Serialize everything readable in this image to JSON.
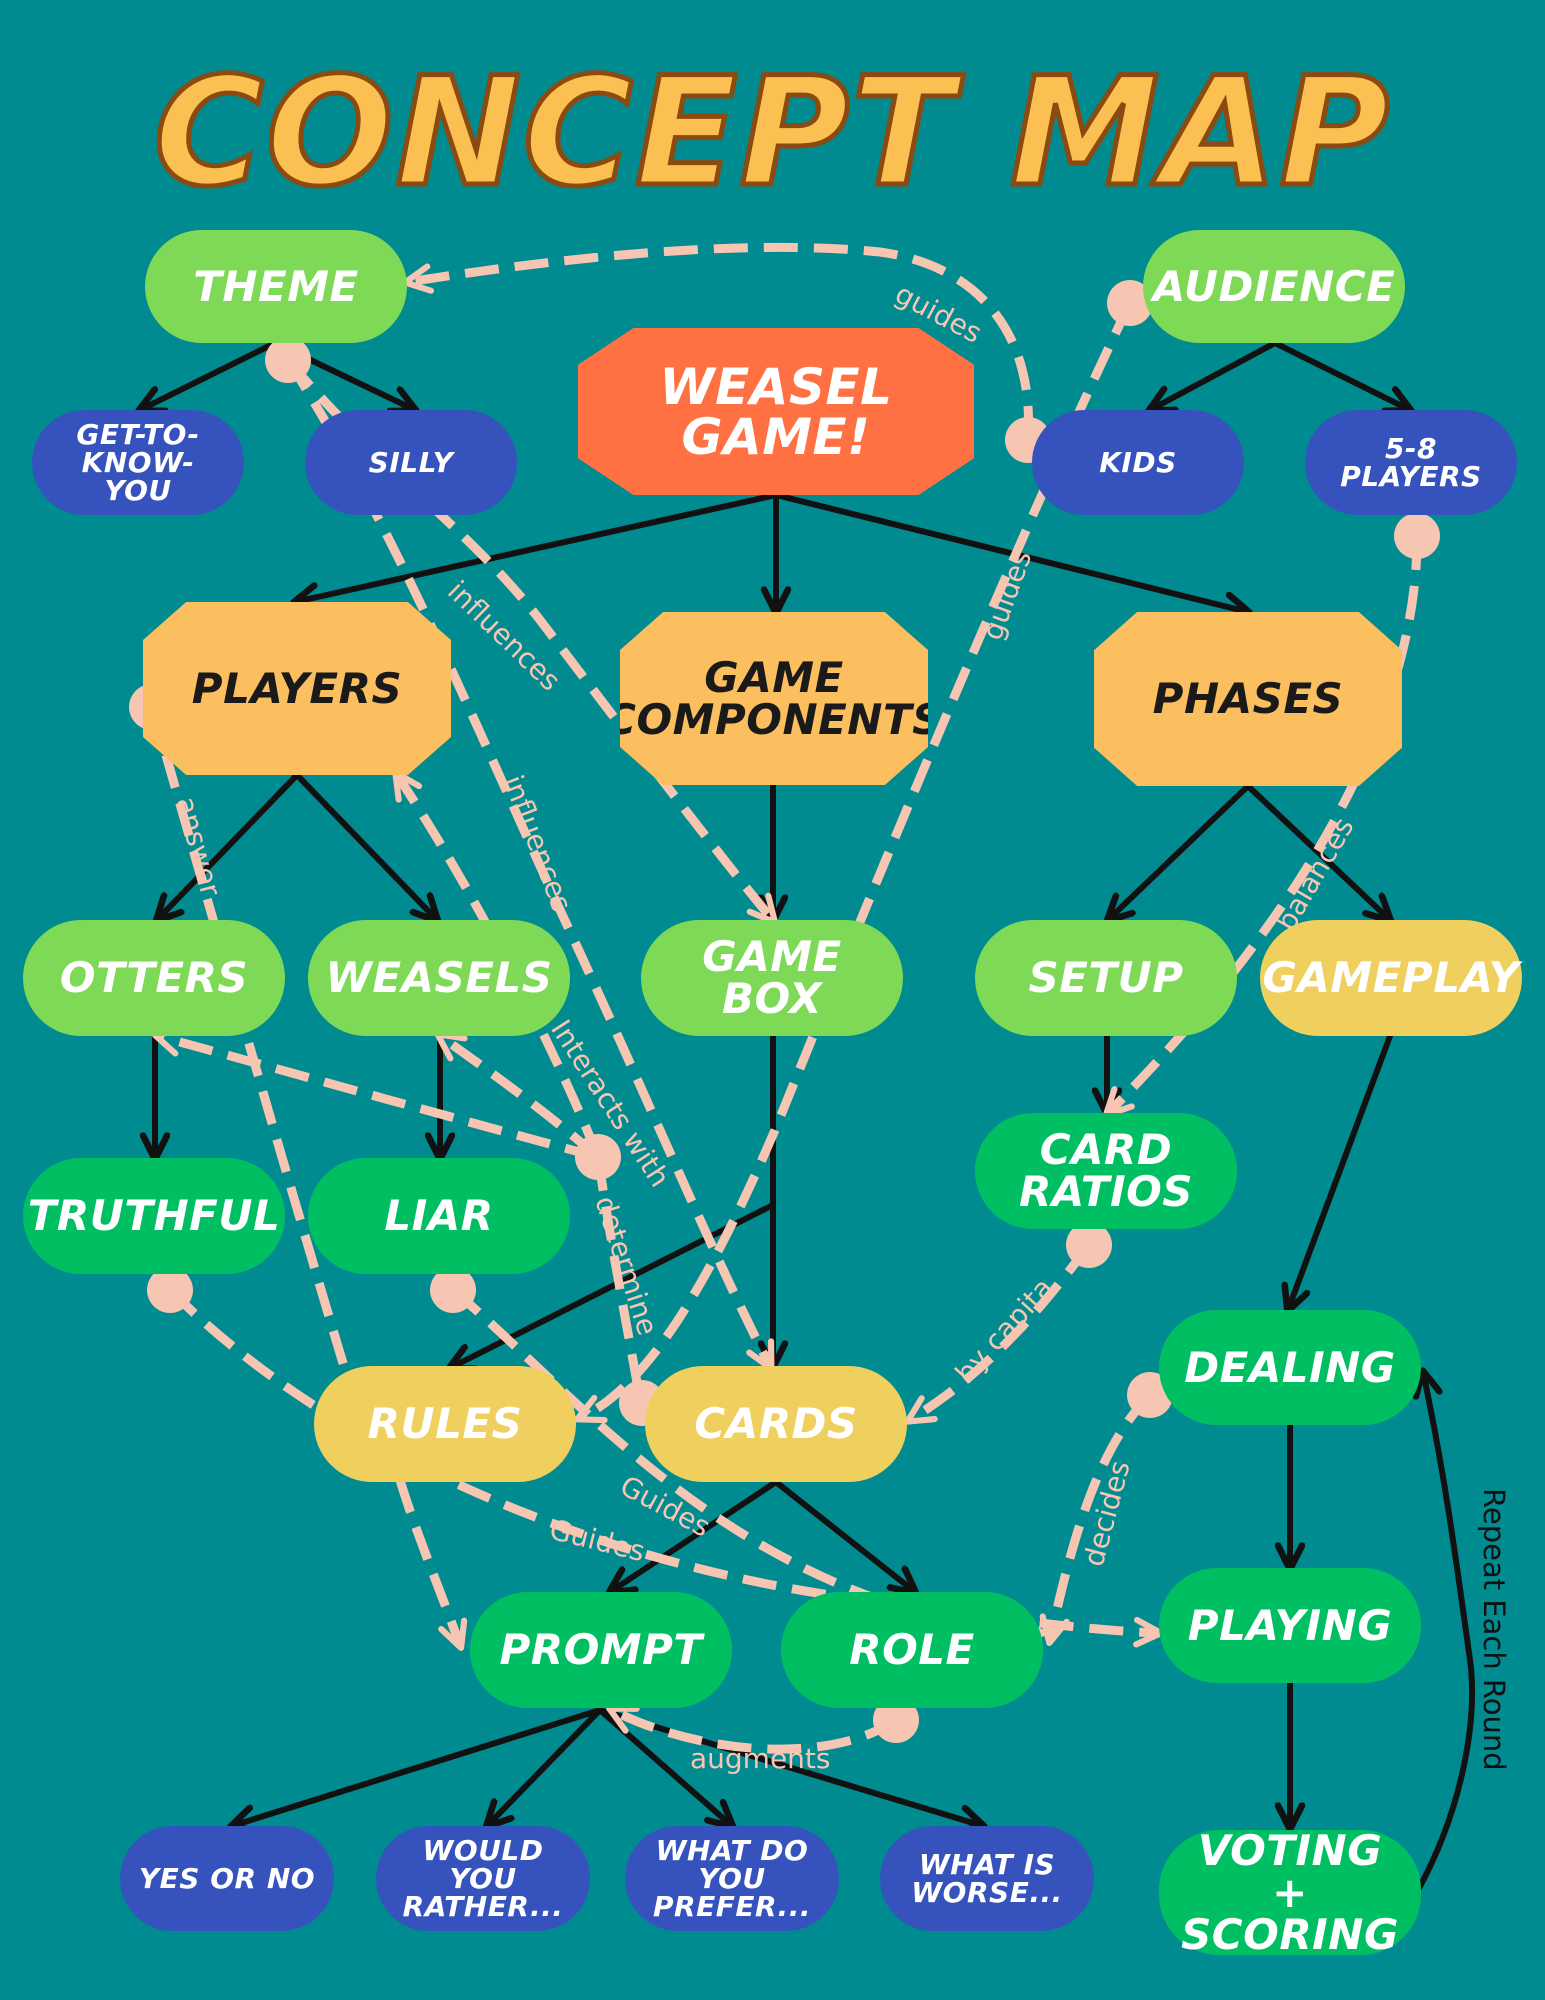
{
  "title": "Concept Map",
  "colors": {
    "background": "#008b90",
    "title_fill": "#fbbf52",
    "root_fill": "#ff7043",
    "category_fill": "#fbbf5f",
    "lime_fill": "#7ed957",
    "green_fill": "#00bf63",
    "gold_fill": "#efd05f",
    "blue_fill": "#3552bd",
    "dashed_link": "#f7c6b2",
    "solid_link": "#111111"
  },
  "nodes": {
    "weasel_game": "WEASEL GAME!",
    "theme": "THEME",
    "audience": "AUDIENCE",
    "get_to_know_you": "GET-TO-KNOW-YOU",
    "silly": "SILLY",
    "kids": "KIDS",
    "players_5_8": "5-8 PLAYERS",
    "players": "PLAYERS",
    "game_components": "GAME COMPONENTS",
    "phases": "PHASES",
    "otters": "OTTERS",
    "weasels": "WEASELS",
    "game_box": "GAME BOX",
    "setup": "SETUP",
    "gameplay": "GAMEPLAY",
    "truthful": "TRUTHFUL",
    "liar": "LIAR",
    "card_ratios": "CARD RATIOS",
    "dealing": "DEALING",
    "rules": "RULES",
    "cards": "CARDS",
    "playing": "PLAYING",
    "prompt": "PROMPT",
    "role": "ROLE",
    "voting_scoring": "VOTING + SCORING",
    "yes_or_no": "YES OR NO",
    "would_you_rather": "WOULD YOU RATHER...",
    "what_do_you_prefer": "WHAT DO YOU PREFER...",
    "what_is_worse": "WHAT IS WORSE..."
  },
  "link_labels": {
    "guides_theme": "guides",
    "guides_rules": "guides",
    "influences_box": "influences",
    "influences_cards": "influences",
    "answer": "answer",
    "interacts_with": "Interacts with",
    "determine": "determine",
    "balances": "balances",
    "by_capita": "by capita",
    "guides_liar": "Guides",
    "guides_truthful": "Guides",
    "decides": "decides",
    "augments": "augments",
    "repeat_each_round": "Repeat Each Round"
  }
}
